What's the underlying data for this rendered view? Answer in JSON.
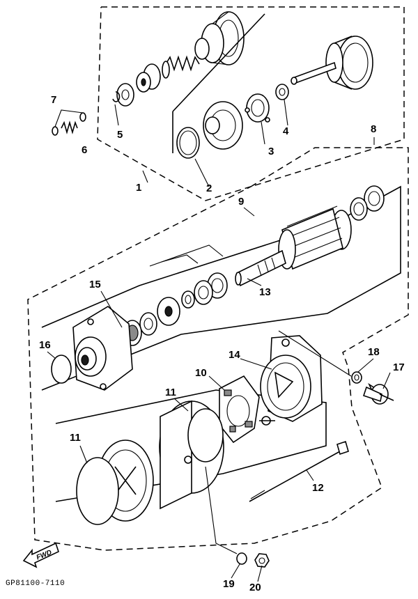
{
  "callouts": {
    "p1": "1",
    "p2": "2",
    "p3": "3",
    "p4": "4",
    "p5": "5",
    "p6": "6",
    "p7": "7",
    "p8": "8",
    "p9": "9",
    "p10": "10",
    "p11a": "11",
    "p11b": "11",
    "p12": "12",
    "p13": "13",
    "p14": "14",
    "p15": "15",
    "p16": "16",
    "p17": "17",
    "p18": "18",
    "p19": "19",
    "p20": "20"
  },
  "direction_tag": "FWD",
  "drawing_code": "GP81100-7110"
}
